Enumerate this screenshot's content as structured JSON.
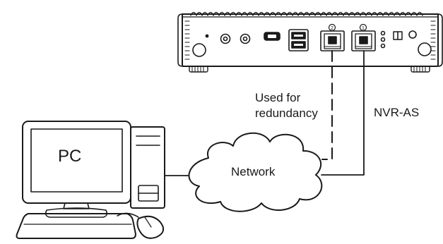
{
  "labels": {
    "pc": "PC",
    "network": "Network",
    "nvr": "NVR-AS",
    "redundancy_line1": "Used for",
    "redundancy_line2": "redundancy"
  },
  "ports": {
    "port_1": "1",
    "port_2": "2"
  },
  "colors": {
    "stroke": "#1a1a1a",
    "fill": "#ffffff"
  }
}
